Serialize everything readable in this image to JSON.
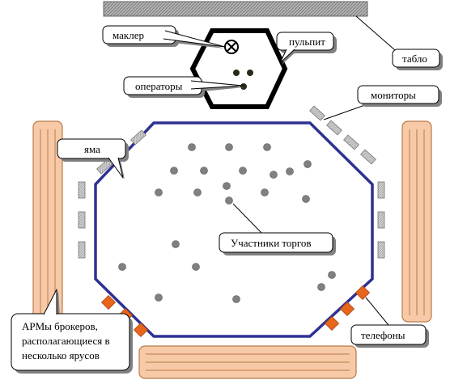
{
  "labels": {
    "broker": "маклер",
    "podium": "пульпит",
    "operators": "операторы",
    "board": "табло",
    "monitors": "мониторы",
    "pit": "яма",
    "participants": "Участники торгов",
    "workstations_line1": "АРМы брокеров,",
    "workstations_line2": "располагающиеся в",
    "workstations_line3": "несколько ярусов",
    "phones": "телефоны"
  },
  "colors": {
    "callout_fill": "#ffffff",
    "callout_shadow": "#808080",
    "pit_border": "#2e3192",
    "desk_fill": "#f7c9a7",
    "desk_stroke": "#b87b4b",
    "phone_fill": "#e8651c",
    "monitor_fill": "#d0d0d0",
    "board_fill": "#a6a6a6",
    "trader_dot": "#808080",
    "operator_dot": "#2a2a1a",
    "podium_stroke": "#000000"
  },
  "icons": {
    "broker": "circle-x-icon"
  }
}
